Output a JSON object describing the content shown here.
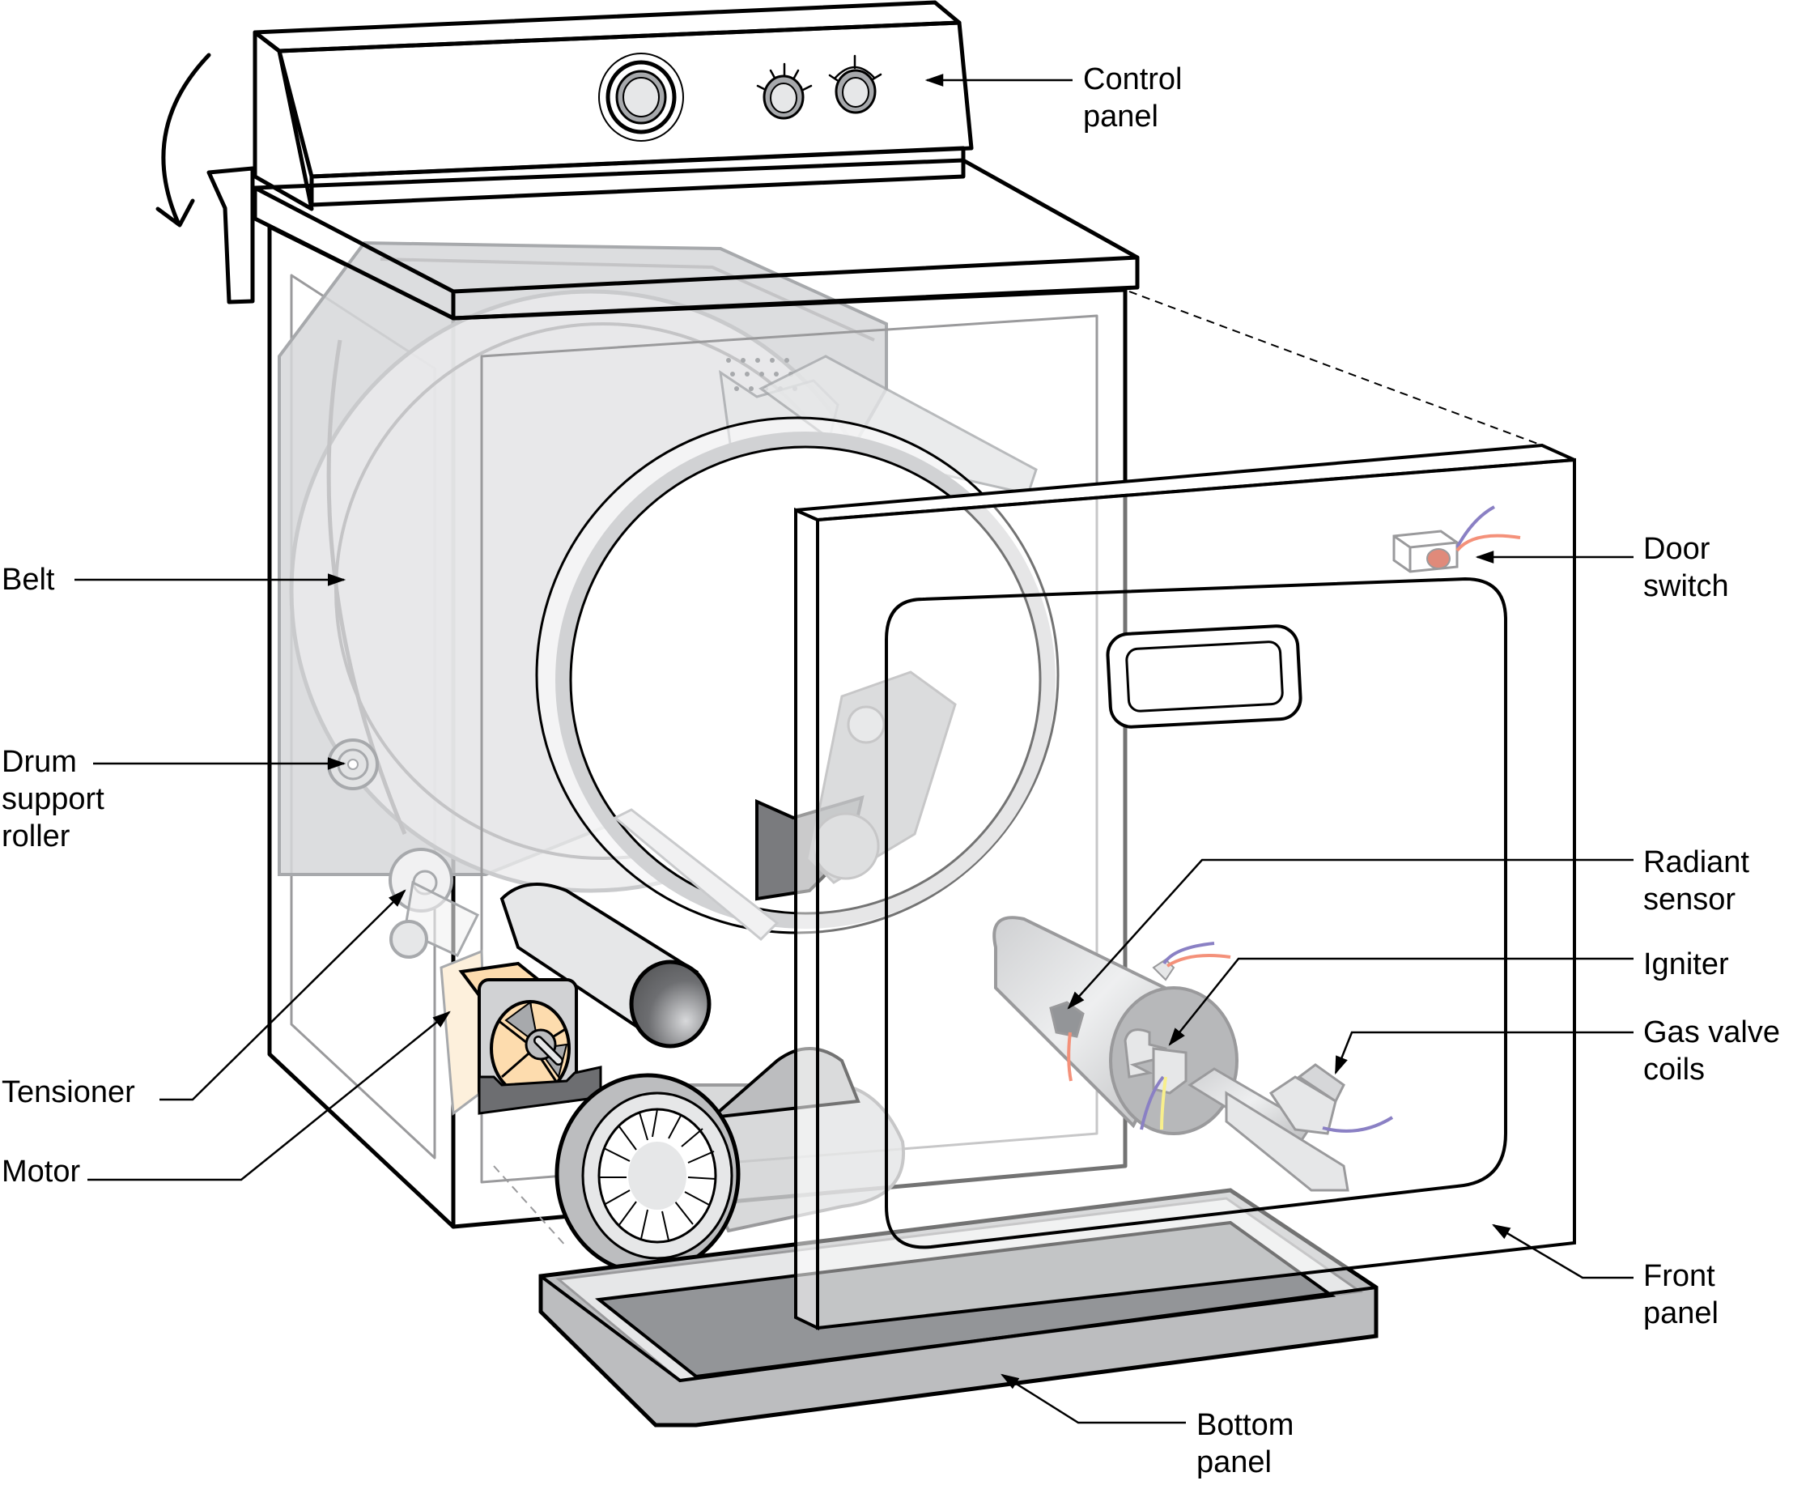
{
  "title": "Gas dryer components (exploded view)",
  "colors": {
    "outline": "#000000",
    "ghost_outline": "#9a9a9c",
    "light_fill": "#e6e7e8",
    "mid_fill": "#bcbdbf",
    "dark_fill": "#939598",
    "motor_accent": "#fddcae",
    "wire_purple": "#8a80c4",
    "wire_orange": "#f4917a",
    "wire_yellow": "#f8ef8c"
  },
  "labels": [
    {
      "id": "control-panel",
      "text": "Control\npanel"
    },
    {
      "id": "belt",
      "text": "Belt"
    },
    {
      "id": "drum-support-roller",
      "text": "Drum\nsupport\nroller"
    },
    {
      "id": "tensioner",
      "text": "Tensioner"
    },
    {
      "id": "motor",
      "text": "Motor"
    },
    {
      "id": "door-switch",
      "text": "Door\nswitch"
    },
    {
      "id": "radiant-sensor",
      "text": "Radiant\nsensor"
    },
    {
      "id": "igniter",
      "text": "Igniter"
    },
    {
      "id": "gas-valve-coils",
      "text": "Gas valve\ncoils"
    },
    {
      "id": "front-panel",
      "text": "Front\npanel"
    },
    {
      "id": "bottom-panel",
      "text": "Bottom\npanel"
    }
  ],
  "icons": {
    "rotate_arrow": "curved-arrow-icon"
  }
}
